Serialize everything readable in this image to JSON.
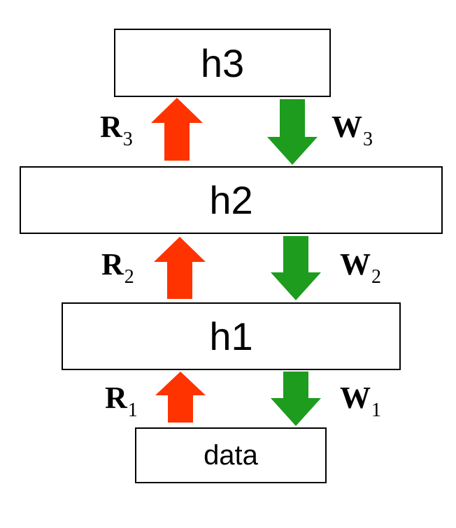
{
  "colors": {
    "recognition_arrow": "#ff3300",
    "generative_arrow": "#1e9c1e",
    "box_border": "#000000"
  },
  "boxes": {
    "h3": "h3",
    "h2": "h2",
    "h1": "h1",
    "data": "data"
  },
  "labels": {
    "r3": {
      "letter": "R",
      "sub": "3"
    },
    "w3": {
      "letter": "W",
      "sub": "3"
    },
    "r2": {
      "letter": "R",
      "sub": "2"
    },
    "w2": {
      "letter": "W",
      "sub": "2"
    },
    "r1": {
      "letter": "R",
      "sub": "1"
    },
    "w1": {
      "letter": "W",
      "sub": "1"
    }
  },
  "arrows": [
    {
      "name": "recognition-arrow-r3",
      "direction": "up"
    },
    {
      "name": "generative-arrow-w3",
      "direction": "down"
    },
    {
      "name": "recognition-arrow-r2",
      "direction": "up"
    },
    {
      "name": "generative-arrow-w2",
      "direction": "down"
    },
    {
      "name": "recognition-arrow-r1",
      "direction": "up"
    },
    {
      "name": "generative-arrow-w1",
      "direction": "down"
    }
  ]
}
